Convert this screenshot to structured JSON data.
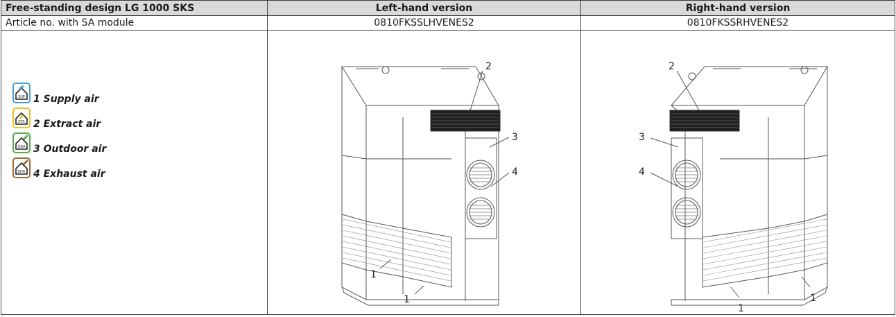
{
  "table": {
    "header": {
      "col1": "Free-standing design LG 1000 SKS",
      "col2": "Left-hand version",
      "col3": "Right-hand version"
    },
    "article_row": {
      "label": "Article no. with SA module",
      "left": "0810FKSSLHVENES2",
      "right": "0810FKSSRHVENES2"
    }
  },
  "legend": [
    {
      "icon_text": "SUP",
      "label": "1 Supply air",
      "color": "#4a9fd0"
    },
    {
      "icon_text": "ETA",
      "label": "2 Extract air",
      "color": "#e8c52a"
    },
    {
      "icon_text": "ODA",
      "label": "3 Outdoor air",
      "color": "#5aa94b"
    },
    {
      "icon_text": "EHA",
      "label": "4 Exhaust air",
      "color": "#9a6a3a"
    }
  ],
  "drawing_left": {
    "callouts": [
      "2",
      "3",
      "4",
      "1",
      "1"
    ]
  },
  "drawing_right": {
    "callouts": [
      "2",
      "3",
      "4",
      "1",
      "1"
    ]
  }
}
